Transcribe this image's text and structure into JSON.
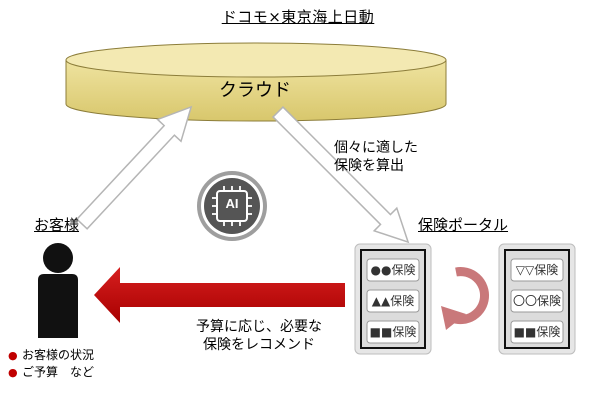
{
  "title": "ドコモ×東京海上日動",
  "cloud": {
    "label": "クラウド"
  },
  "ai_badge": {
    "label": "AI",
    "icon": "ai-chip-icon"
  },
  "arrows": {
    "to_portal_label": [
      "個々に適した",
      "保険を算出"
    ],
    "recommend_label": [
      "予算に応じ、必要な",
      "保険をレコメンド"
    ]
  },
  "customer": {
    "label": "お客様",
    "icon": "person-icon",
    "inputs": [
      "お客様の状況",
      "ご予算　など"
    ]
  },
  "portal": {
    "label": "保険ポータル",
    "panel_left": [
      "●●保険",
      "▲▲保険",
      "■■保険"
    ],
    "panel_right": [
      "▽▽保険",
      "〇〇保険",
      "■■保険"
    ]
  },
  "colors": {
    "cloud_fill": "#e8dc8f",
    "recommend_arrow": "#c00000",
    "cycle_arrow": "#c9787a",
    "panel_fill": "#e6e6e6"
  }
}
